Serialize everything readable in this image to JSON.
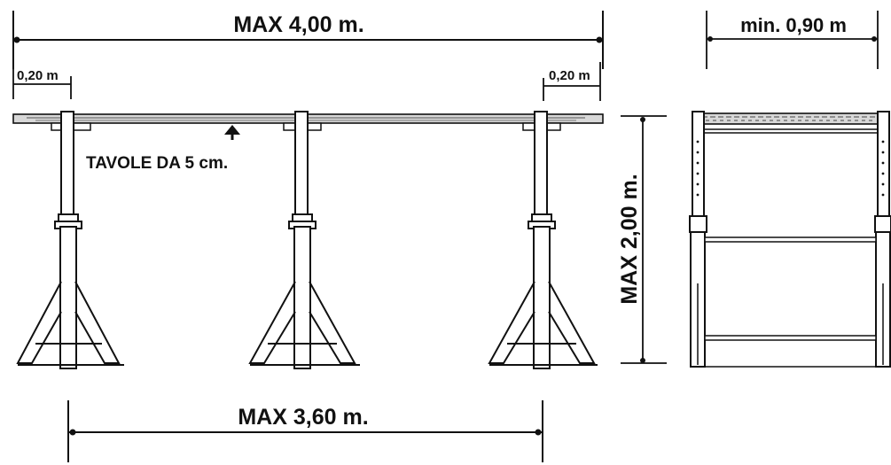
{
  "labels": {
    "max_length": "MAX 4,00 m.",
    "min_width": "min. 0,90 m",
    "overhang_left": "0,20 m",
    "overhang_right": "0,20 m",
    "boards": "TAVOLE DA 5 cm.",
    "max_height": "MAX 2,00 m.",
    "max_span": "MAX 3,60 m."
  }
}
